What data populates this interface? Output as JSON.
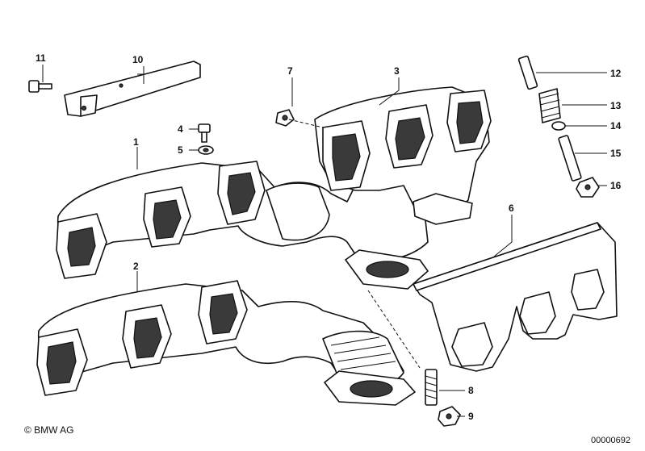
{
  "callouts": {
    "c1": "1",
    "c2": "2",
    "c3": "3",
    "c4": "4",
    "c5": "5",
    "c6": "6",
    "c7": "7",
    "c8": "8",
    "c9": "9",
    "c10": "10",
    "c11": "11",
    "c12": "12",
    "c13": "13",
    "c14": "14",
    "c15": "15",
    "c16": "16"
  },
  "footer": {
    "copyright": "© BMW AG",
    "drawing_number": "00000692"
  }
}
